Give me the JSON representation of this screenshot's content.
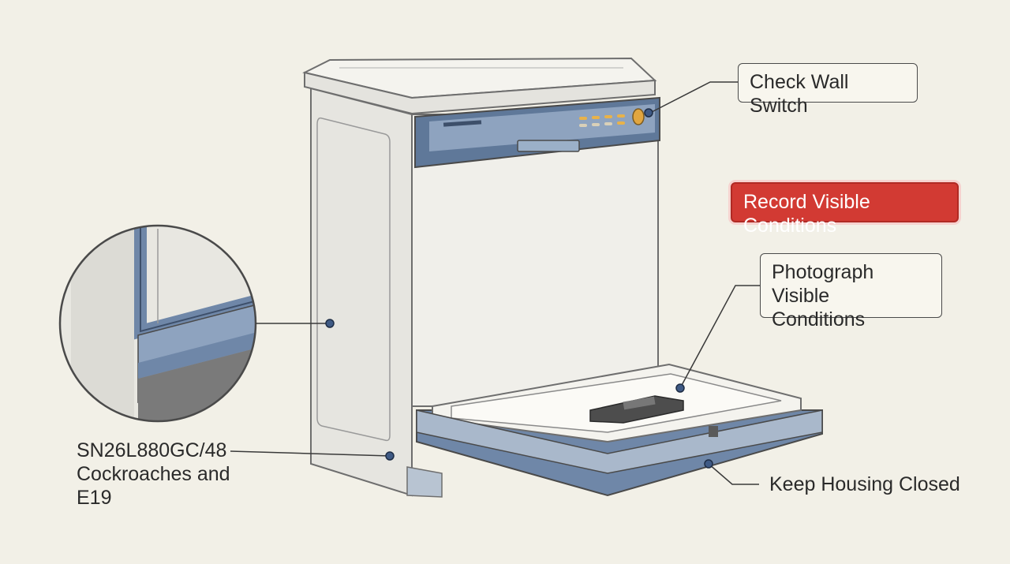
{
  "callouts": {
    "wall_switch": "Check Wall Switch",
    "record": "Record Visible Conditions",
    "photograph_line1": "Photograph Visible",
    "photograph_line2": "Conditions",
    "housing": "Keep Housing Closed"
  },
  "model_note": {
    "line1": "SN26L880GC/48",
    "line2": "Cockroaches and",
    "line3": "E19"
  },
  "colors": {
    "background": "#f2f0e7",
    "accent_blue": "#6f87a8",
    "marker": "#3f5a85",
    "alert_red": "#d23a33"
  }
}
